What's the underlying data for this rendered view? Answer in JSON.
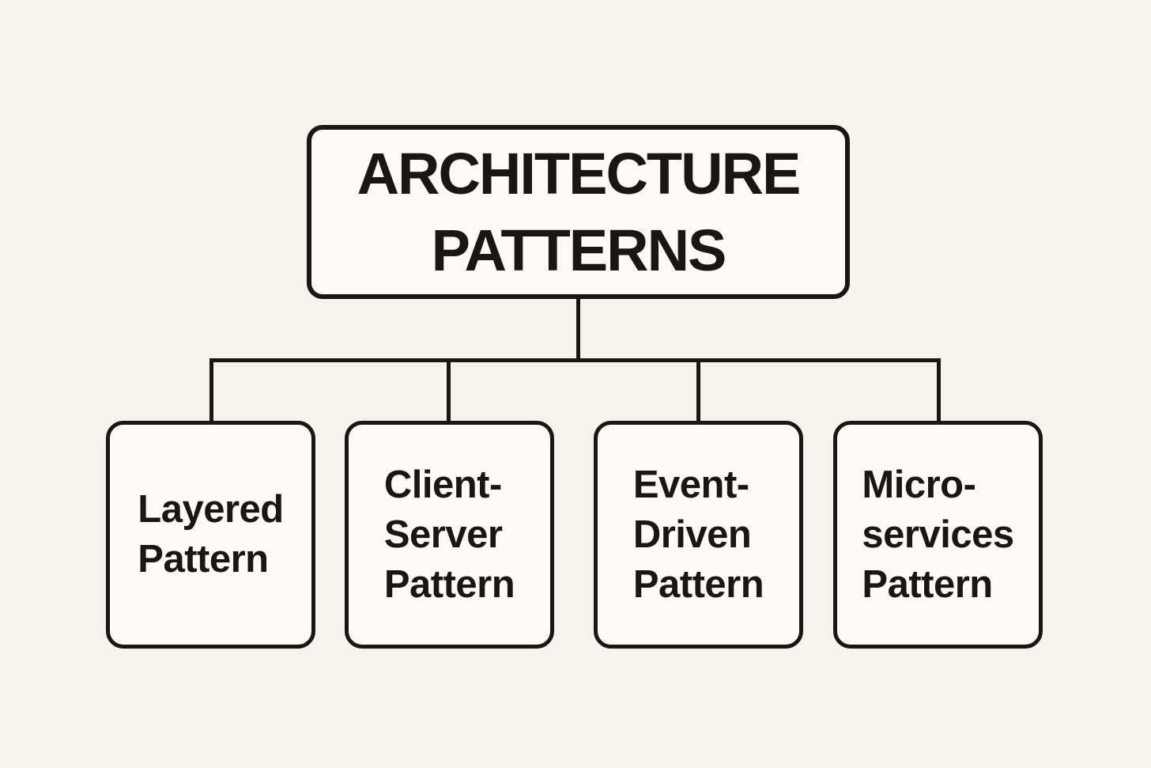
{
  "colors": {
    "background": "#f5f3ee",
    "box_fill": "#fbfaf7",
    "stroke": "#1a1712",
    "text": "#1a1712"
  },
  "diagram": {
    "type": "tree",
    "root": {
      "id": "architecture-patterns",
      "label": "ARCHITECTURE PATTERNS",
      "lines": [
        "ARCHITECTURE",
        "PATTERNS"
      ]
    },
    "children": [
      {
        "id": "layered-pattern",
        "label": "Layered Pattern",
        "lines": [
          "Layered",
          "Pattern"
        ]
      },
      {
        "id": "client-server-pattern",
        "label": "Client-Server Pattern",
        "lines": [
          "Client-",
          "Server",
          "Pattern"
        ]
      },
      {
        "id": "event-driven-pattern",
        "label": "Event-Driven Pattern",
        "lines": [
          "Event-",
          "Driven",
          "Pattern"
        ]
      },
      {
        "id": "micro-services-pattern",
        "label": "Micro-services Pattern",
        "lines": [
          "Micro-",
          "services",
          "Pattern"
        ]
      }
    ]
  }
}
